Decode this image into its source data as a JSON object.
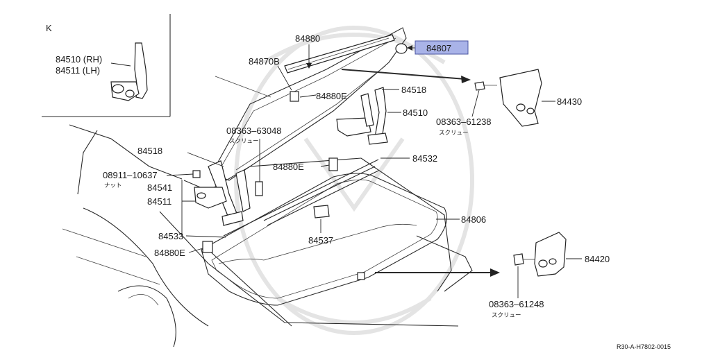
{
  "inset": {
    "letter": "K",
    "part_rh": "84510 (RH)",
    "part_lh": "84511 (LH)"
  },
  "labels": {
    "p84880": "84880",
    "p84807": "84807",
    "p84870b": "84870B",
    "p84880e_top": "84880E",
    "p84518_top": "84518",
    "p84510": "84510",
    "p84430": "84430",
    "p08363_61238": "08363–61238",
    "sub_screw_1": "スクリュー",
    "p08363_63048": "08363–63048",
    "sub_screw_2": "スクリュー",
    "p84518_left": "84518",
    "p08911_10637": "08911–10637",
    "sub_nut": "ナット",
    "p84541": "84541",
    "p84511": "84511",
    "p84880e_mid": "84880E",
    "p84532": "84532",
    "p84806": "84806",
    "p84533": "84533",
    "p84537": "84537",
    "p84880e_low": "84880E",
    "p84420": "84420",
    "p08363_61248": "08363–61248",
    "sub_screw_3": "スクリュー"
  },
  "highlight": {
    "part": "84807",
    "color": "#a9b3e8"
  },
  "footer": {
    "ref_code": "R30-A-H7802-0015"
  }
}
